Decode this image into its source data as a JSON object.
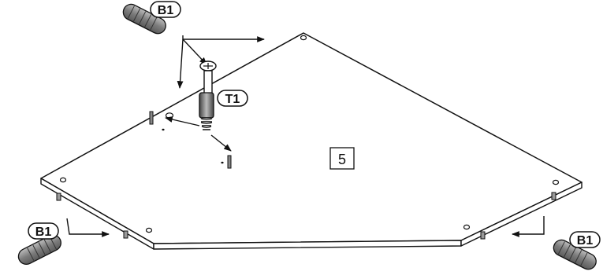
{
  "diagram": {
    "panel_number": "5",
    "part_labels": {
      "dowel": "B1",
      "cam_bolt": "T1"
    },
    "callouts": [
      {
        "id": "dowel-top-left",
        "part": "B1"
      },
      {
        "id": "cam-bolt",
        "part": "T1"
      },
      {
        "id": "dowel-bottom-left",
        "part": "B1"
      },
      {
        "id": "dowel-bottom-right",
        "part": "B1"
      }
    ],
    "colors": {
      "line": "#111111",
      "dowel_fill": "#8a8a8a",
      "background": "#ffffff"
    }
  }
}
